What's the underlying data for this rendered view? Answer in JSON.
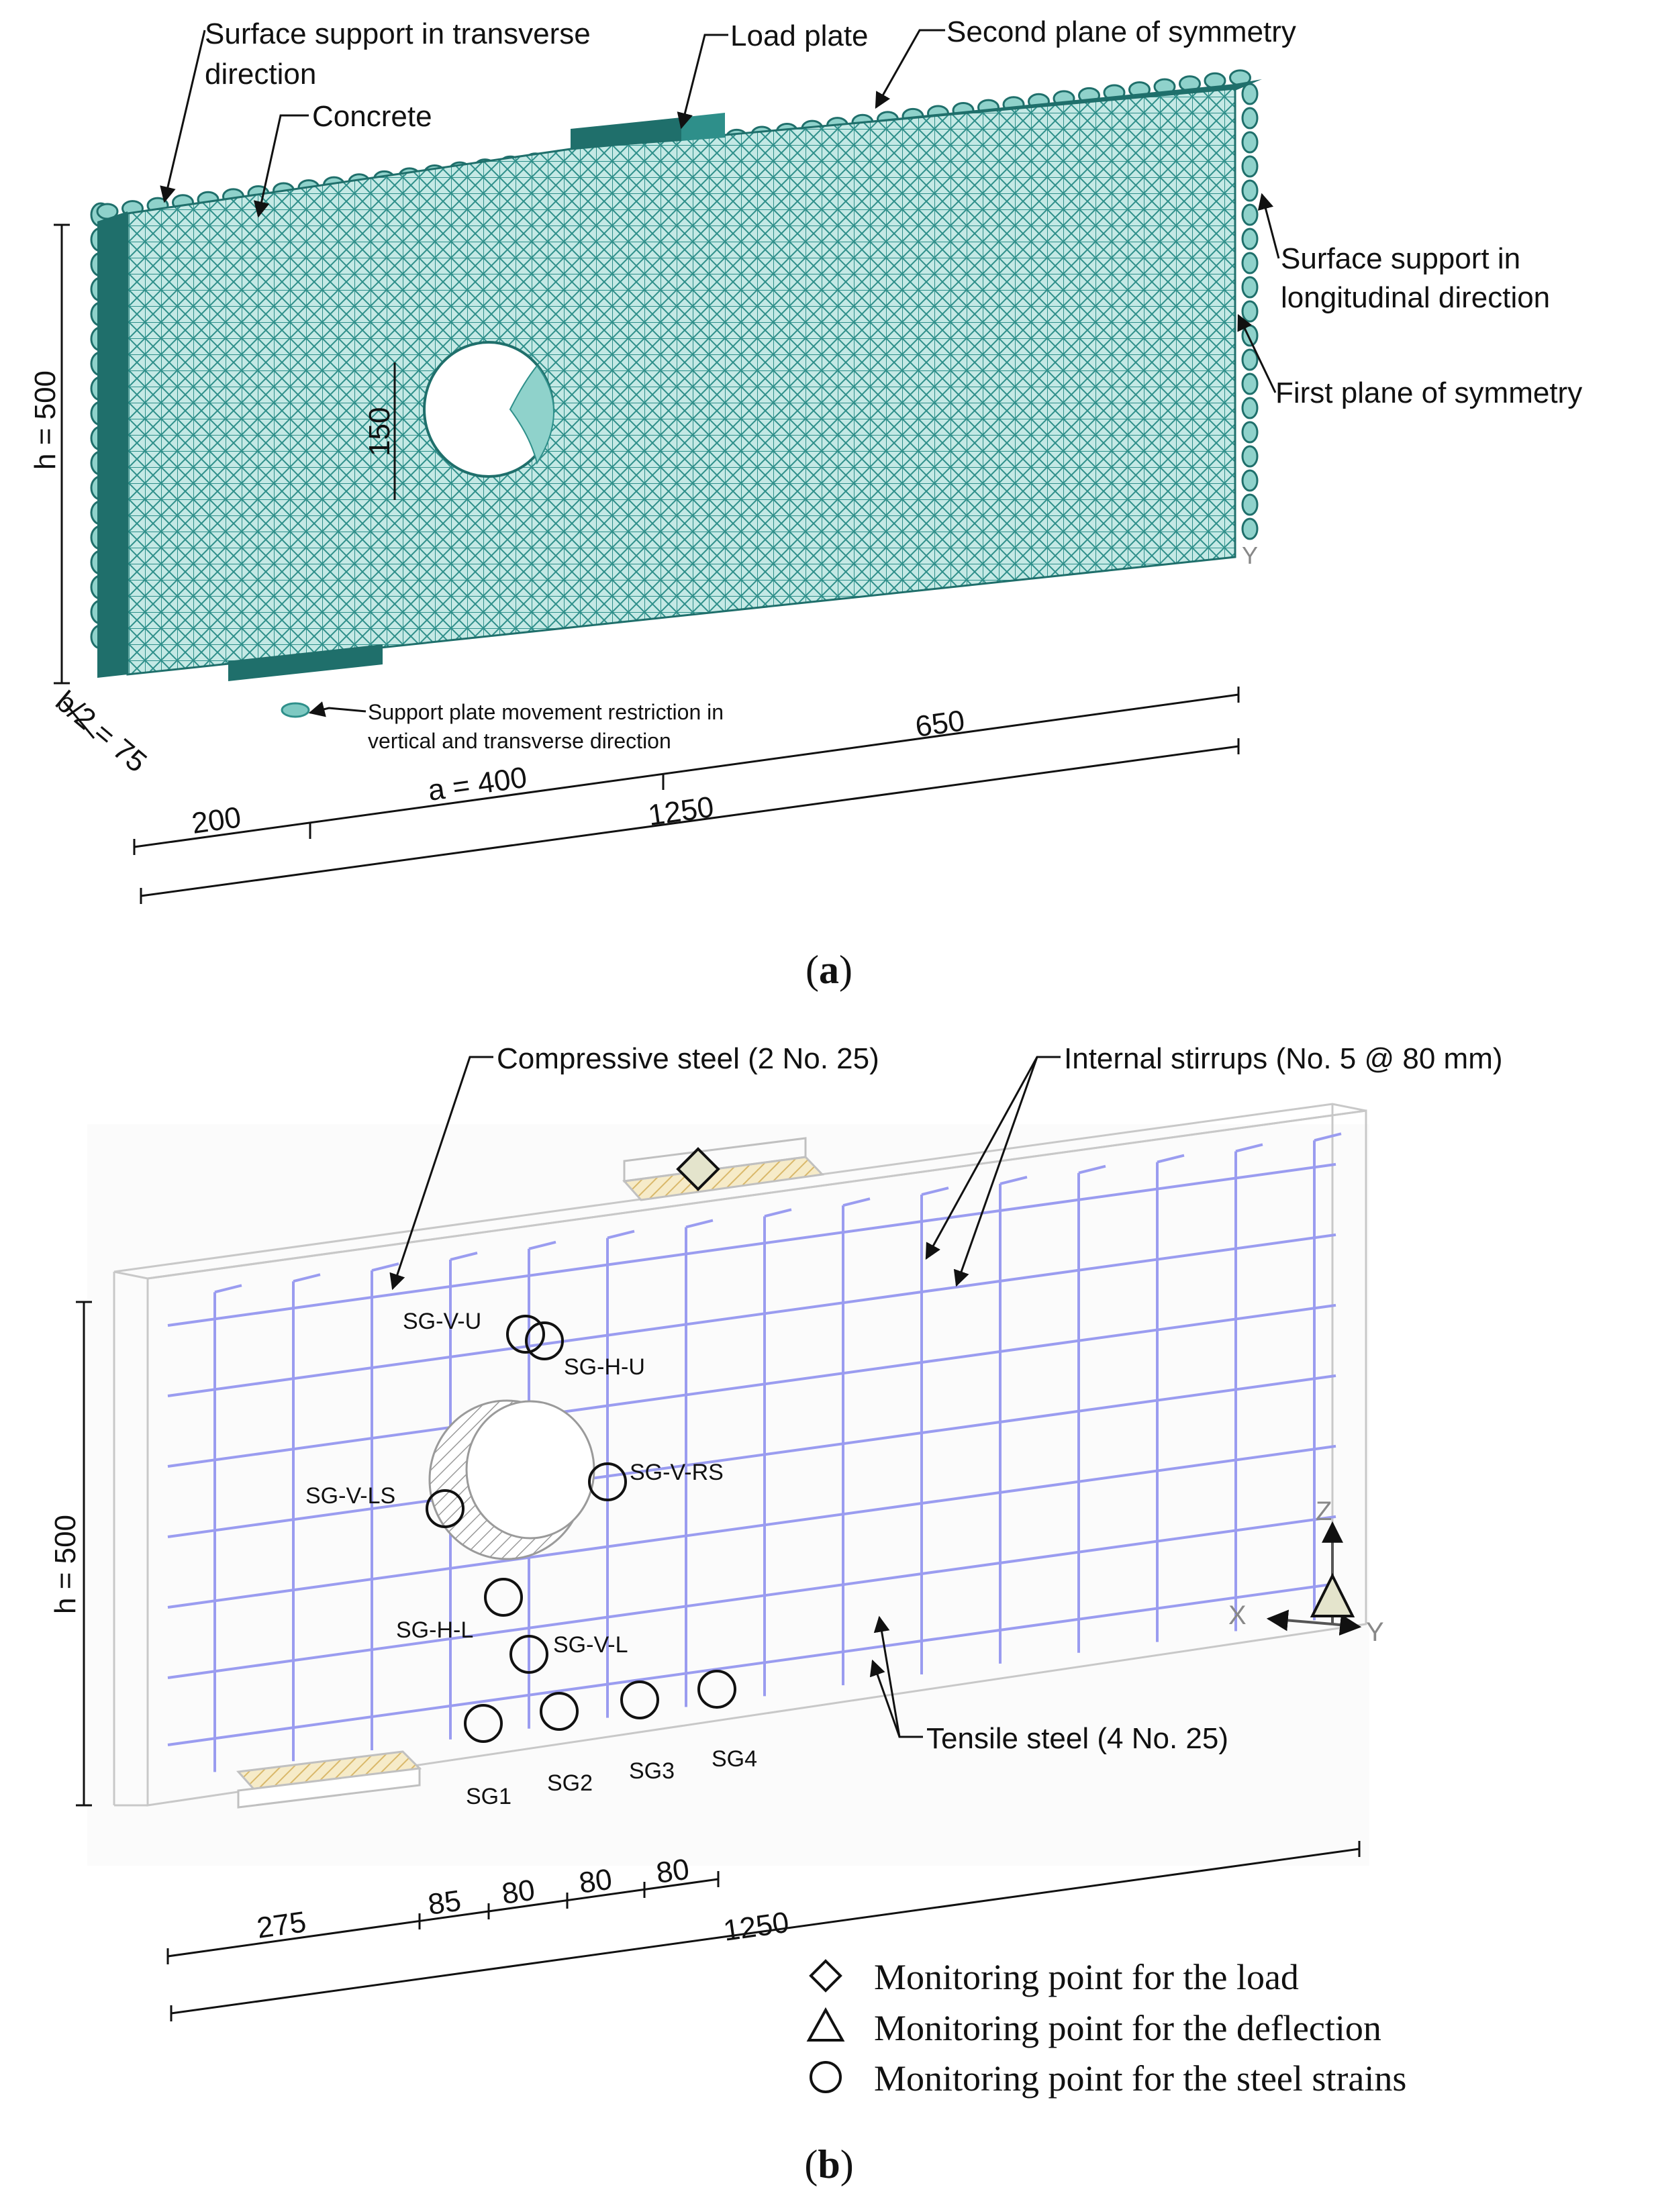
{
  "panel_a": {
    "caption_open": "(",
    "caption_letter": "a",
    "caption_close": ")",
    "labels": {
      "surface_support_transverse_1": "Surface support in transverse",
      "surface_support_transverse_2": "direction",
      "concrete": "Concrete",
      "load_plate": "Load plate",
      "second_plane": "Second plane of symmetry",
      "surface_support_longitudinal_1": "Surface support in",
      "surface_support_longitudinal_2": "longitudinal direction",
      "first_plane": "First plane of symmetry",
      "support_plate_1": "Support plate movement restriction in",
      "support_plate_2": "vertical and transverse direction",
      "axis_y": "Y"
    },
    "dimensions": {
      "height": "h = 500",
      "hole": "150",
      "half_width": "b/2 = 75",
      "d200": "200",
      "d400": "a = 400",
      "d650": "650",
      "d1250": "1250"
    },
    "colors": {
      "mesh_fill": "#bfe6e2",
      "mesh_line": "#2e8f8a",
      "mesh_dark": "#1f6f6b"
    }
  },
  "panel_b": {
    "caption_open": "(",
    "caption_letter": "b",
    "caption_close": ")",
    "labels": {
      "compressive_steel": "Compressive steel (2 No. 25)",
      "internal_stirrups": "Internal stirrups (No. 5 @ 80 mm)",
      "tensile_steel": "Tensile steel (4 No. 25)",
      "axis_z": "Z",
      "axis_x": "X",
      "axis_y": "Y"
    },
    "strain_gauges": {
      "sg_v_u": "SG-V-U",
      "sg_h_u": "SG-H-U",
      "sg_v_rs": "SG-V-RS",
      "sg_v_ls": "SG-V-LS",
      "sg_h_l": "SG-H-L",
      "sg_v_l": "SG-V-L",
      "sg1": "SG1",
      "sg2": "SG2",
      "sg3": "SG3",
      "sg4": "SG4"
    },
    "dimensions": {
      "height": "h = 500",
      "d275": "275",
      "d85": "85",
      "d80a": "80",
      "d80b": "80",
      "d80c": "80",
      "d1250": "1250"
    },
    "legend": {
      "load": "Monitoring point for the load",
      "deflection": "Monitoring point for the deflection",
      "strains": "Monitoring point for the steel strains"
    },
    "colors": {
      "rebar": "#9a9cf0",
      "outline": "#c8c8c8",
      "plate": "#f0e2b0"
    }
  }
}
